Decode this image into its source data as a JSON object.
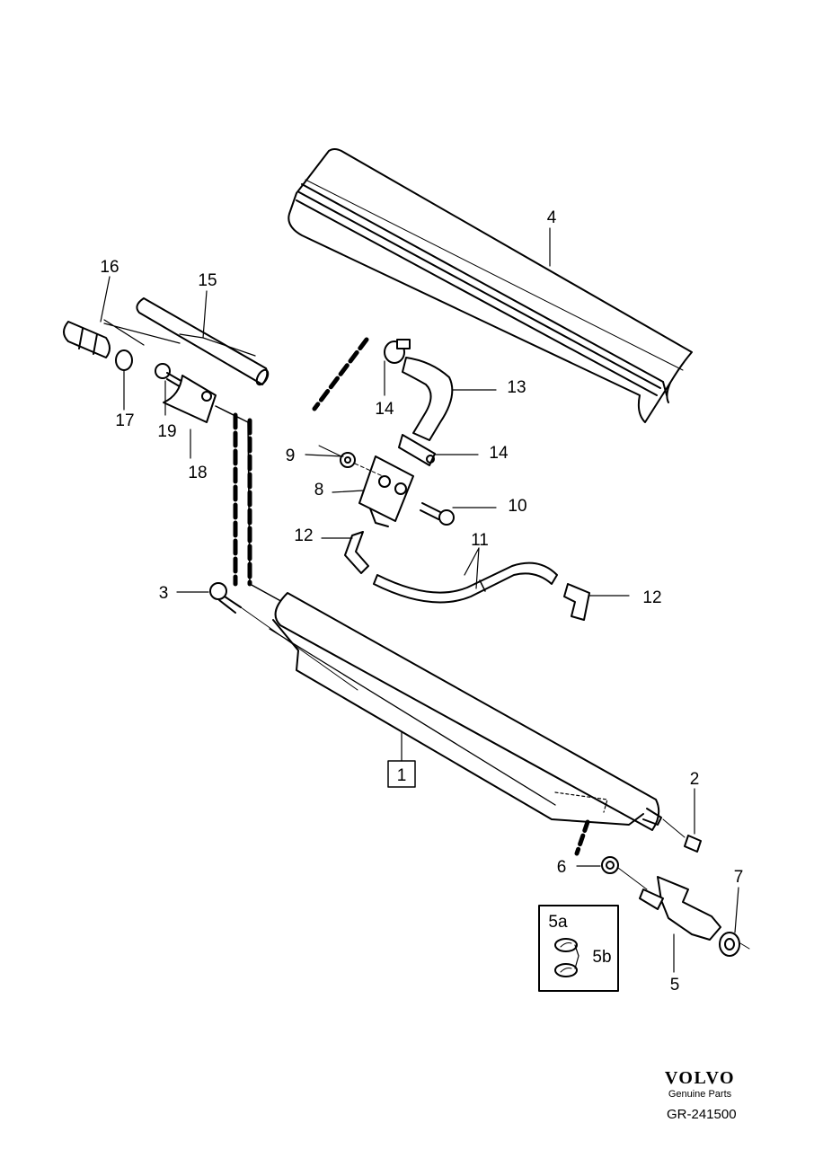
{
  "parts": {
    "p1": "1",
    "p2": "2",
    "p3": "3",
    "p4": "4",
    "p5": "5",
    "p5a": "5a",
    "p5b": "5b",
    "p6": "6",
    "p7": "7",
    "p8": "8",
    "p9": "9",
    "p10": "10",
    "p11": "11",
    "p12a": "12",
    "p12b": "12",
    "p13": "13",
    "p14a": "14",
    "p14b": "14",
    "p15": "15",
    "p16": "16",
    "p17": "17",
    "p18": "18",
    "p19": "19"
  },
  "footer": {
    "brand": "VOLVO",
    "tagline": "Genuine Parts",
    "reference": "GR-241500"
  }
}
